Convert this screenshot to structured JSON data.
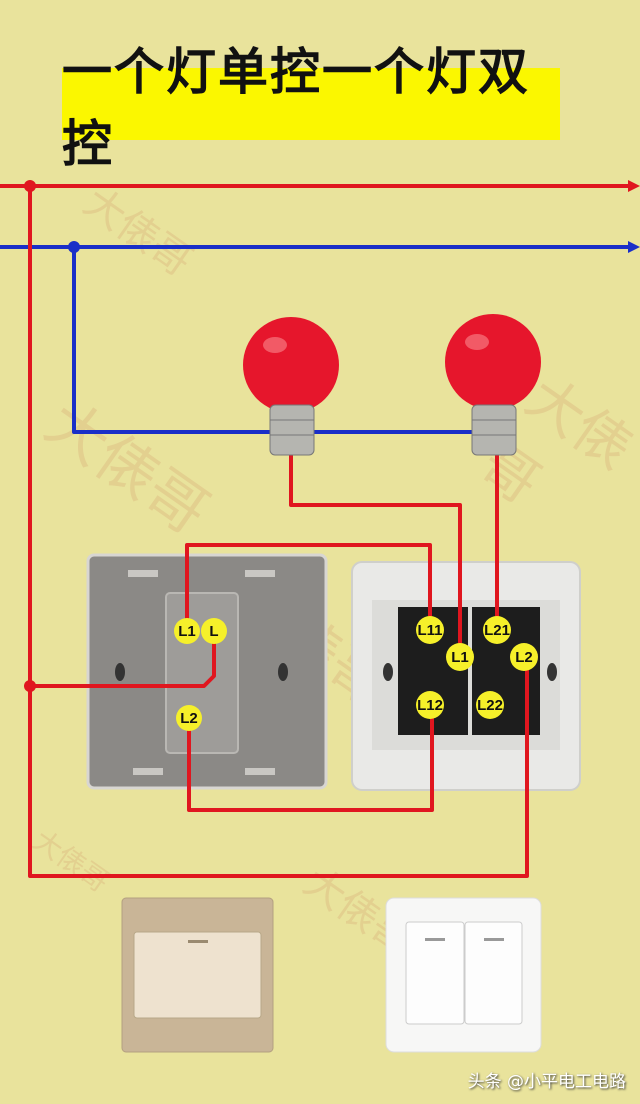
{
  "title": "一个灯单控一个灯双控",
  "watermark": "大俵哥",
  "footer": "头条 @小平电工电路",
  "colors": {
    "live": "#e0161f",
    "neutral": "#1a2fc8",
    "background": "#e9e39c",
    "title_bg": "#fbf700",
    "terminal": "#f6f02a"
  },
  "single_switch_terminals": [
    "L1",
    "L",
    "L2"
  ],
  "double_switch_terminals": [
    "L11",
    "L1",
    "L21",
    "L2",
    "L12",
    "L22"
  ]
}
